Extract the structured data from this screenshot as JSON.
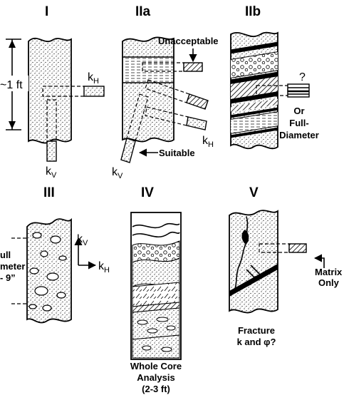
{
  "panels": {
    "I": {
      "heading": "I",
      "scale_label": "~1 ft",
      "kh_main": "k",
      "kh_sub": "H",
      "kv_main": "k",
      "kv_sub": "V"
    },
    "IIa": {
      "heading": "IIa",
      "unacceptable": "Unacceptable",
      "suitable": "Suitable",
      "kh_main": "k",
      "kh_sub": "H",
      "kv_main": "k",
      "kv_sub": "V"
    },
    "IIb": {
      "heading": "IIb",
      "question": "?",
      "or_line1": "Or",
      "or_line2": "Full-",
      "or_line3": "Diameter"
    },
    "III": {
      "heading": "III",
      "side_line1": "ull",
      "side_line2": "meter",
      "side_line3": "- 9”",
      "kv_main": "k",
      "kv_sub": "V",
      "kh_main": "k",
      "kh_sub": "H"
    },
    "IV": {
      "heading": "IV",
      "caption_line1": "Whole Core",
      "caption_line2": "Analysis",
      "caption_line3": "(2-3 ft)"
    },
    "V": {
      "heading": "V",
      "matrix_line1": "Matrix",
      "matrix_line2": "Only",
      "fracture_line1": "Fracture",
      "fracture_line2": "k and φ?"
    }
  }
}
